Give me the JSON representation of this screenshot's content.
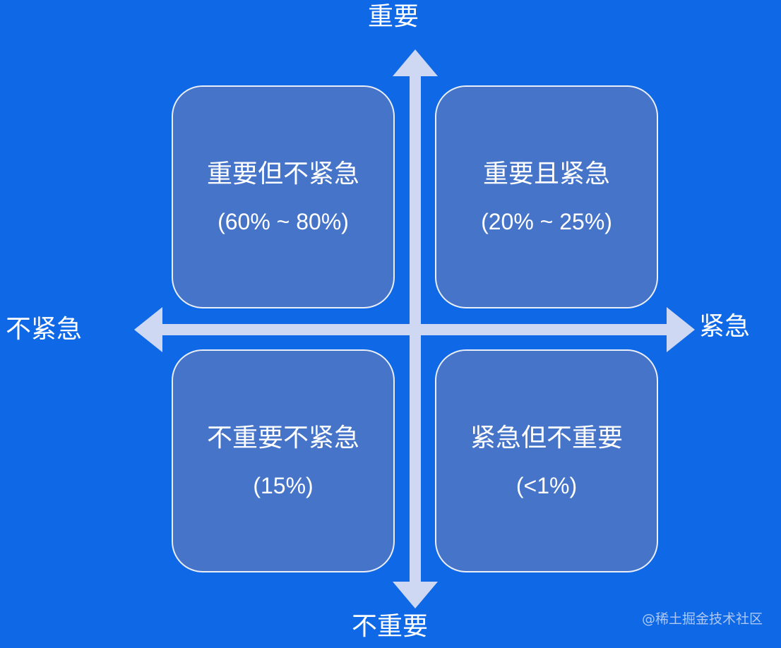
{
  "axes": {
    "top_label": "重要",
    "bottom_label": "不重要",
    "left_label": "不紧急",
    "right_label": "紧急"
  },
  "quadrants": {
    "top_left": {
      "title": "重要但不紧急",
      "range": "(60% ~ 80%)"
    },
    "top_right": {
      "title": "重要且紧急",
      "range": "(20% ~ 25%)"
    },
    "bottom_left": {
      "title": "不重要不紧急",
      "range": "(15%)"
    },
    "bottom_right": {
      "title": "紧急但不重要",
      "range": "(<1%)"
    }
  },
  "watermark": "@稀土掘金技术社区",
  "colors": {
    "background": "#0f68e6",
    "quadrant_fill": "#4674c8",
    "quadrant_border": "#e9eef9",
    "axis": "#cfd8f3",
    "text": "#ffffff"
  }
}
